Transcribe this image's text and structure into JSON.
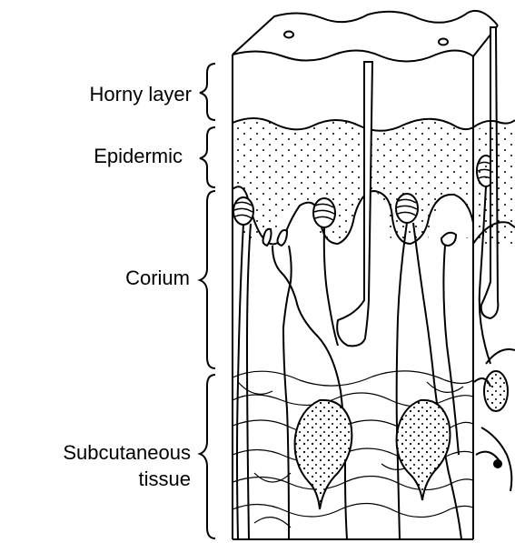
{
  "labels": {
    "horny_layer": "Horny layer",
    "epidermic": "Epidermic",
    "corium": "Corium",
    "subcutaneous_line1": "Subcutaneous",
    "subcutaneous_line2": "tissue"
  }
}
